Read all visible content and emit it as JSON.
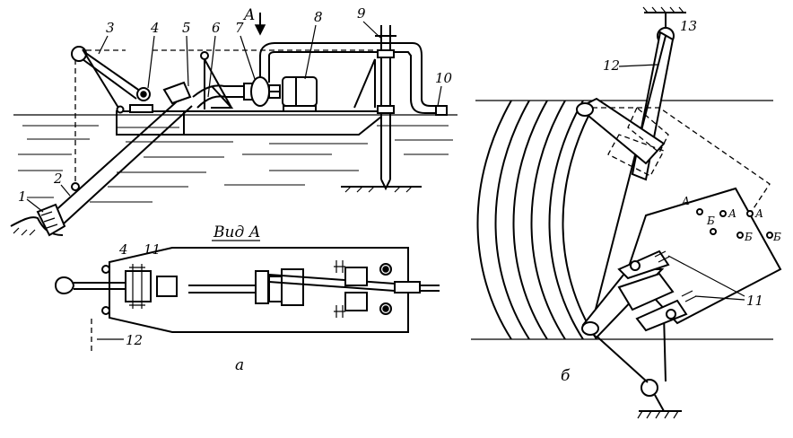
{
  "labels": {
    "n1": "1",
    "n2": "2",
    "n3": "3",
    "n4": "4",
    "n5": "5",
    "n6": "6",
    "n7": "7",
    "n8": "8",
    "n9": "9",
    "n10": "10",
    "n11": "11",
    "n12": "12",
    "n13": "13",
    "arrow_a": "A",
    "view_a": "Вид А",
    "fig_a": "а",
    "fig_b": "б",
    "mark_a": "А",
    "mark_b": "Б"
  }
}
